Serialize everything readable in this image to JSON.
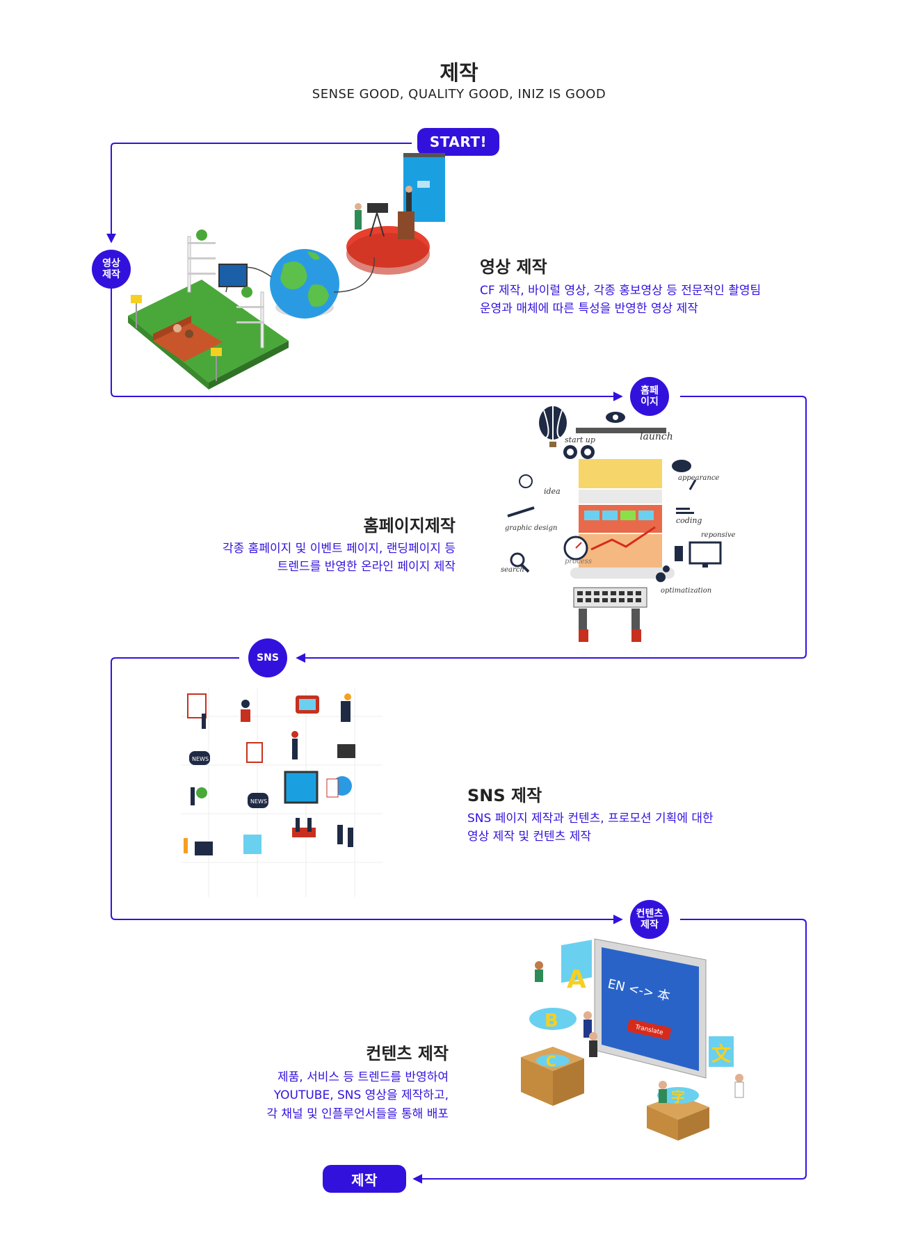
{
  "header": {
    "title": "제작",
    "subtitle": "SENSE GOOD, QUALITY GOOD, INIZ IS GOOD"
  },
  "flow": {
    "start_label": "START!",
    "end_label": "제작",
    "line_color": "#3311dd",
    "steps": [
      {
        "badge": "영상\n제작",
        "title": "영상 제작",
        "desc": "CF 제작, 바이럴 영상, 각종 홍보영상 등 전문적인 촬영팀\n운영과 매체에 따른 특성을 반영한 영상 제작"
      },
      {
        "badge": "홈페\n이지",
        "title": "홈페이지제작",
        "desc": "각종 홈페이지 및 이벤트 페이지, 랜딩페이지 등\n트렌드를 반영한 온라인 페이지 제작"
      },
      {
        "badge": "SNS",
        "title": "SNS 제작",
        "desc": "SNS 페이지 제작과  컨텐츠, 프로모션 기획에 대한\n영상 제작 및 컨텐츠 제작"
      },
      {
        "badge": "컨텐츠\n제작",
        "title": "컨텐츠 제작",
        "desc": "제품, 서비스 등 트렌드를 반영하여\nYOUTUBE, SNS 영상을 제작하고,\n각 채널 및 인플루언서들을 통해 배포"
      }
    ]
  },
  "web_labels": {
    "start_up": "start up",
    "launch": "launch",
    "idea": "idea",
    "appearance": "appearance",
    "graphic_design": "graphic design",
    "coding": "coding",
    "reponsive": "reponsive",
    "search": "search",
    "process": "process",
    "optimatization": "optimatization"
  },
  "translate": {
    "screen_text": "EN <-> 本",
    "button": "Translate",
    "letters": [
      "A",
      "B",
      "C",
      "文",
      "字"
    ]
  },
  "sns_news": "NEWS",
  "colors": {
    "accent": "#3311dd",
    "text": "#222222"
  }
}
